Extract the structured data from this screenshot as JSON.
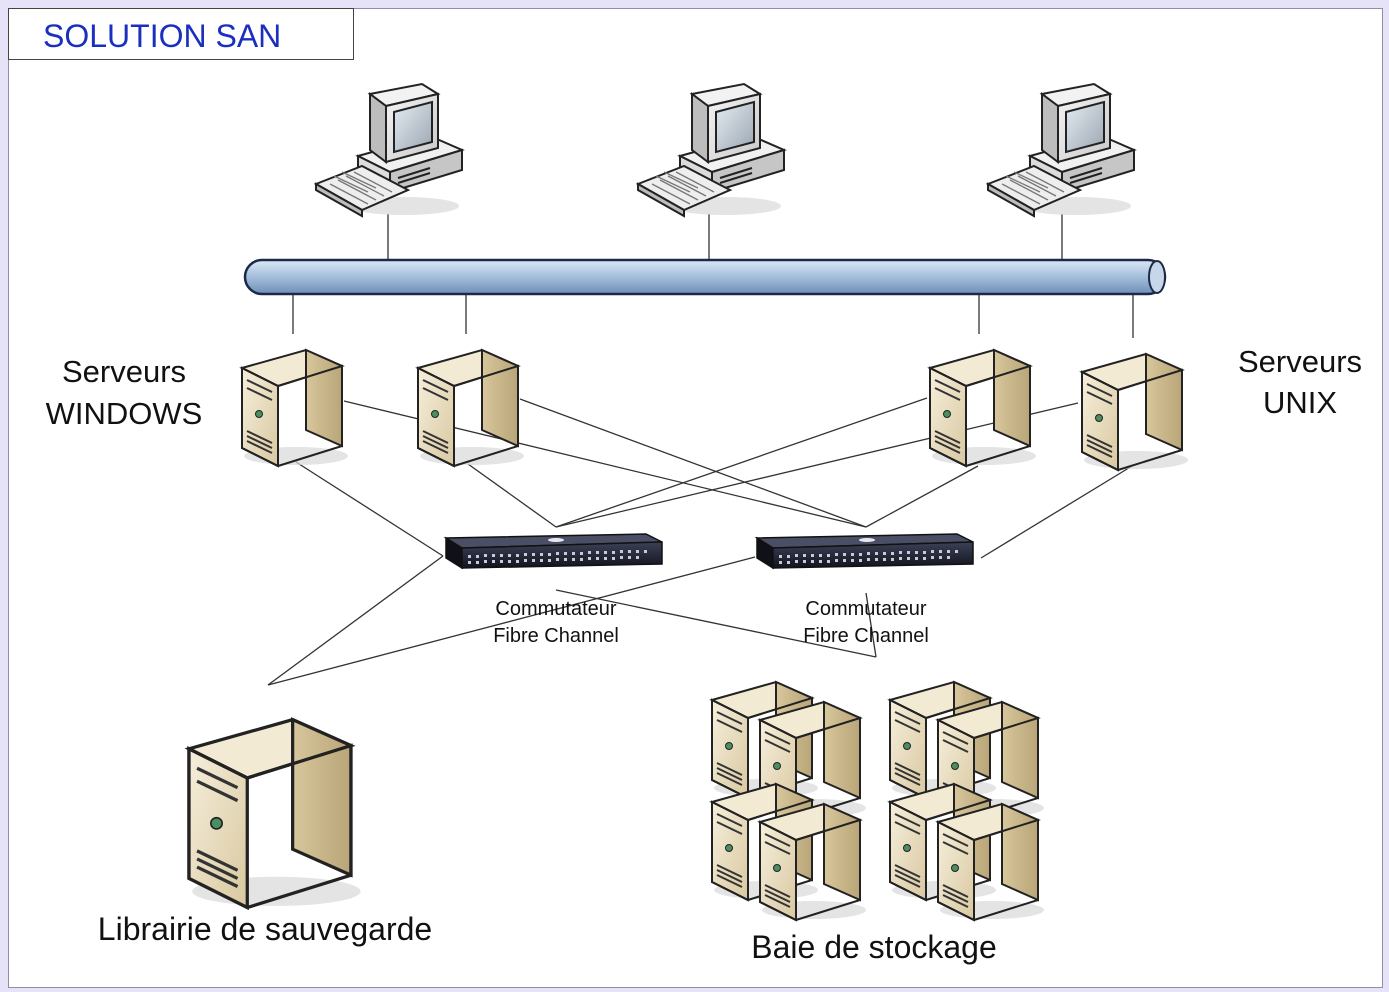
{
  "title": "SOLUTION SAN",
  "labels": {
    "windows_servers": [
      "Serveurs",
      "WINDOWS"
    ],
    "unix_servers": [
      "Serveurs",
      "UNIX"
    ],
    "switch_1": [
      "Commutateur",
      "Fibre Channel"
    ],
    "switch_2": [
      "Commutateur",
      "Fibre Channel"
    ],
    "backup_library": "Librairie de sauvegarde",
    "storage_array": "Baie de stockage"
  },
  "colors": {
    "background": "#e6e2f7",
    "title_text": "#1a2fc0",
    "bus": "#9fb9d6",
    "server_body": "#e9ddc0",
    "switch_body": "#1b1d2b"
  },
  "icons": {
    "client": "desktop-computer-icon",
    "server": "tower-server-icon",
    "switch": "fibre-channel-switch-icon",
    "library": "backup-library-icon",
    "storage": "storage-array-icon"
  }
}
